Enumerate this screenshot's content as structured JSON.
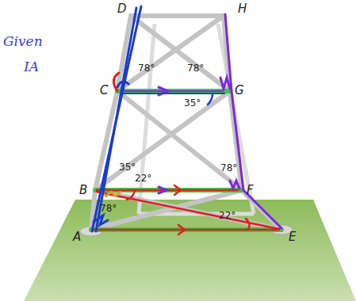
{
  "diagram": {
    "labels": [
      "D",
      "H",
      "C",
      "78°",
      "78°",
      "G",
      "35°",
      "B",
      "35°",
      "78°",
      "F",
      "22°",
      "A",
      "78°",
      "22°",
      "E",
      "Given",
      "IA"
    ]
  }
}
